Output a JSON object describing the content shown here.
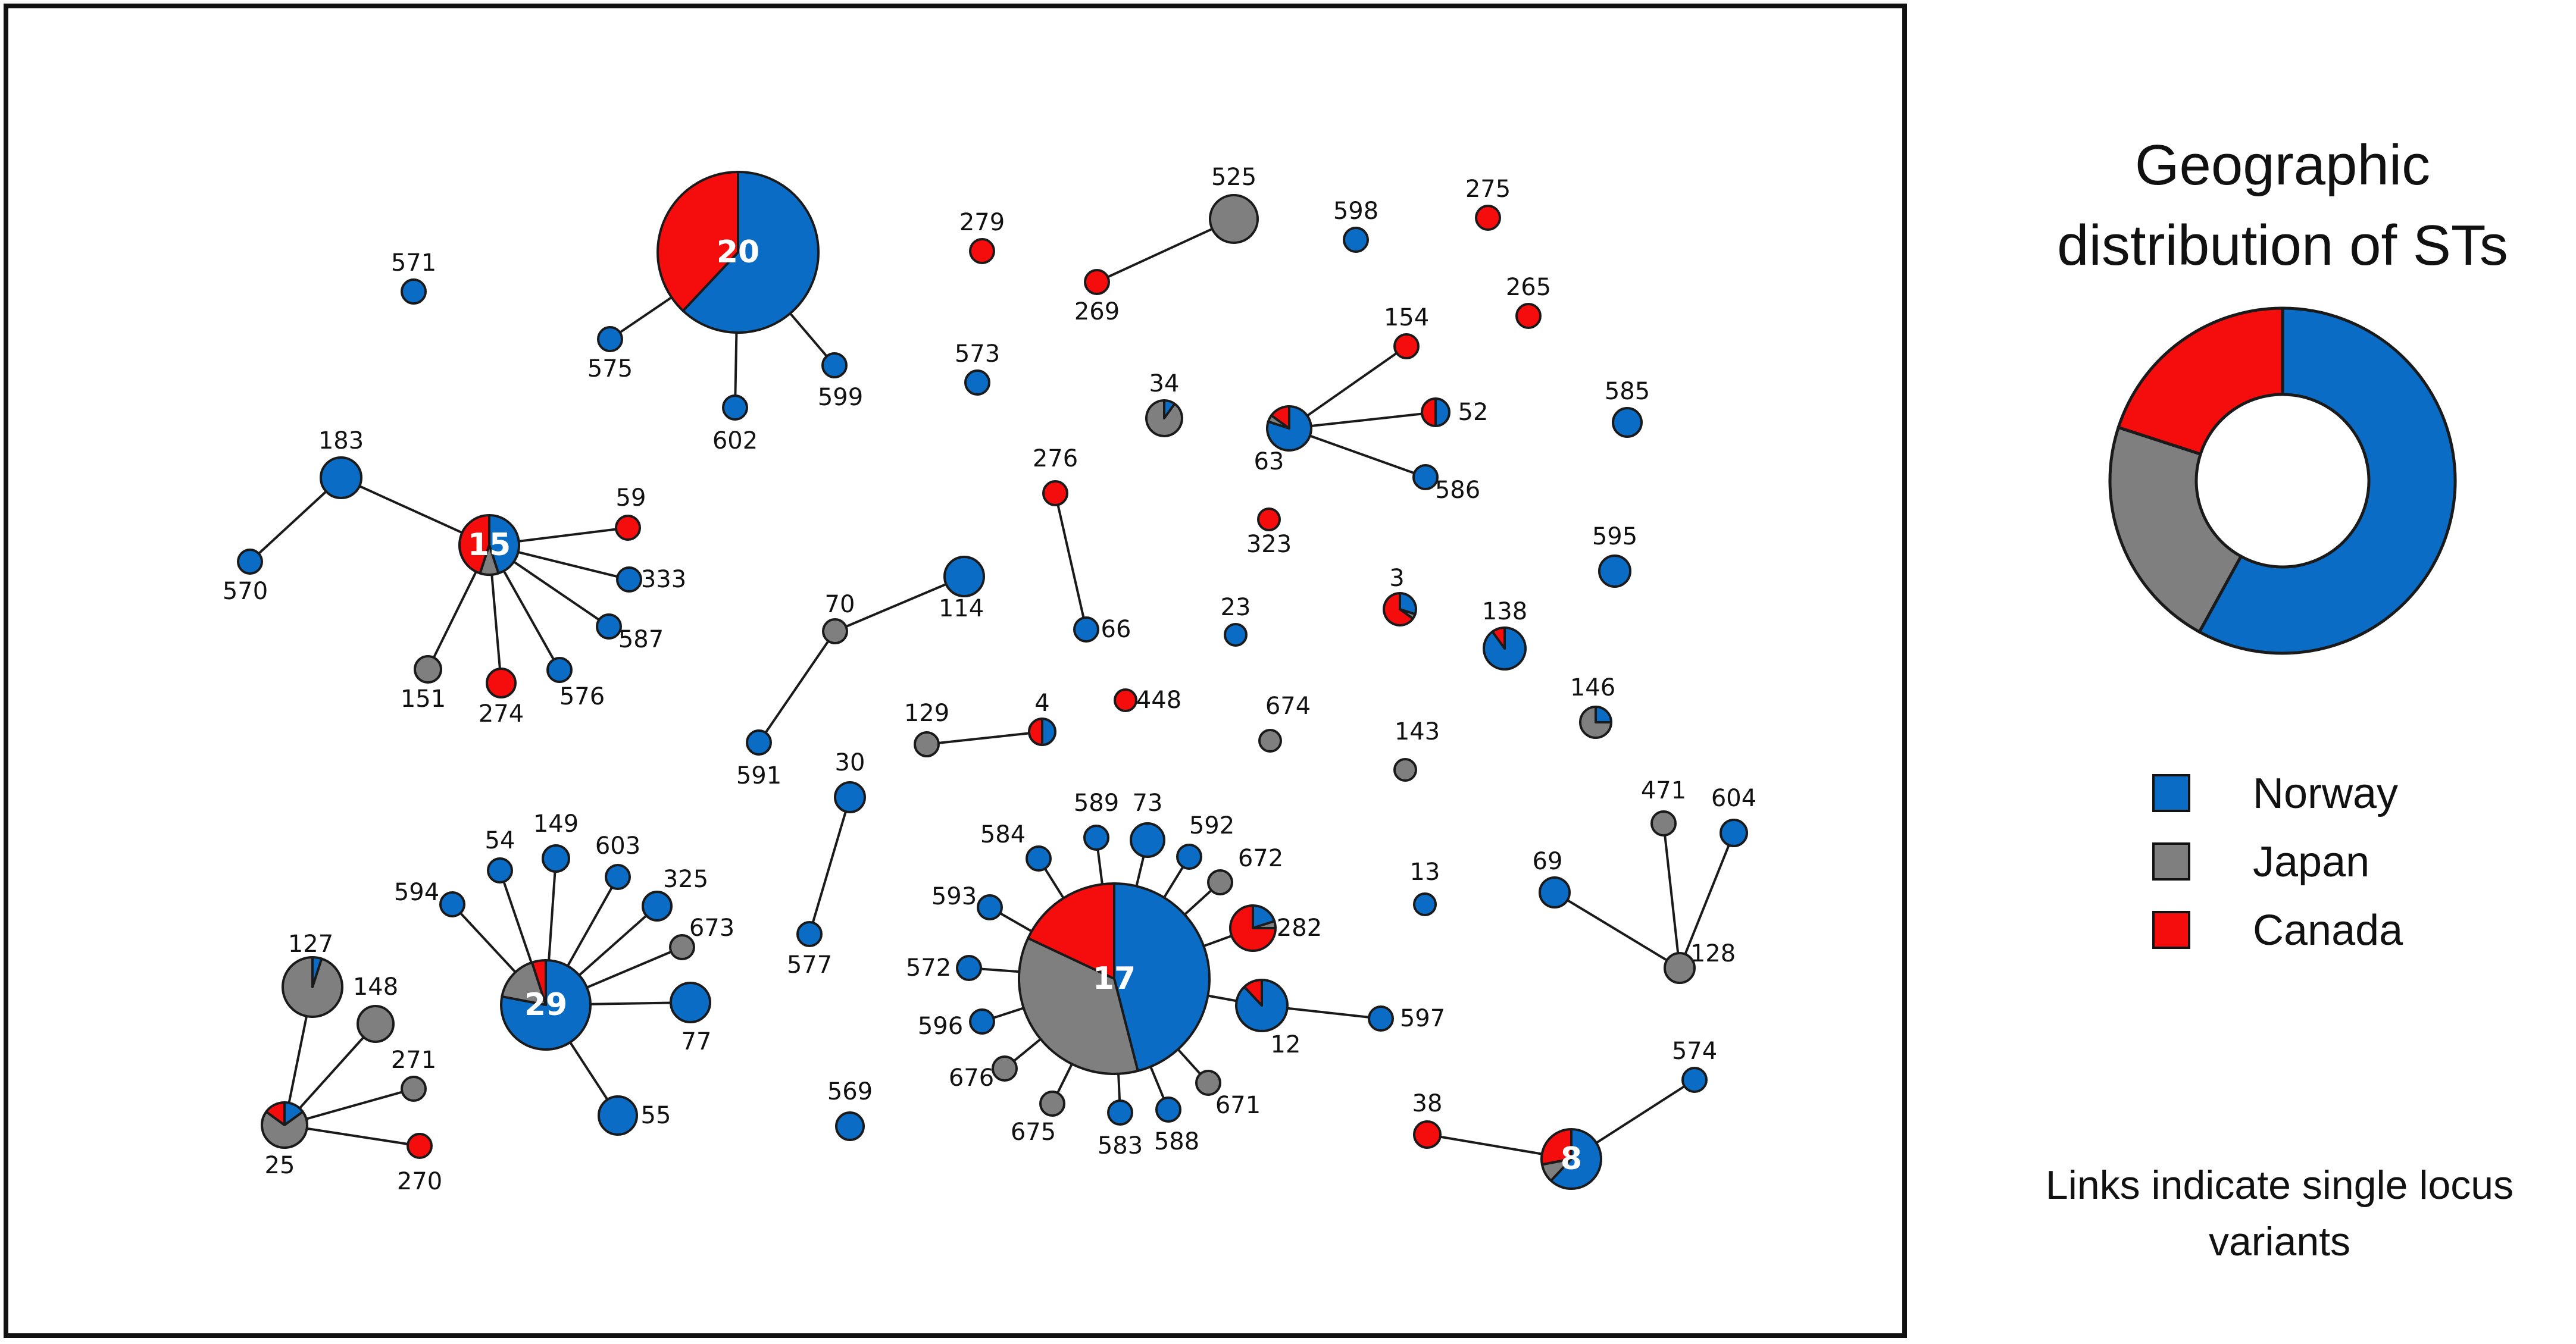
{
  "colors": {
    "norway": "#0a6cc4",
    "japan": "#7f7f7f",
    "canada": "#f50d0d",
    "frame": "#111111"
  },
  "legend": {
    "title_line1": "Geographic",
    "title_line2": "distribution of STs",
    "donut": [
      {
        "country": "Norway",
        "fraction": 0.58
      },
      {
        "country": "Japan",
        "fraction": 0.22
      },
      {
        "country": "Canada",
        "fraction": 0.2
      }
    ],
    "items": [
      {
        "label": "Norway",
        "key": "norway"
      },
      {
        "label": "Japan",
        "key": "japan"
      },
      {
        "label": "Canada",
        "key": "canada"
      }
    ],
    "note_line1": "Links indicate single locus",
    "note_line2": "variants"
  },
  "network": {
    "nodes": [
      {
        "st": "20",
        "comp": {
          "norway": 0.62,
          "japan": 0,
          "canada": 0.38
        }
      },
      {
        "st": "571",
        "comp": {
          "norway": 1,
          "japan": 0,
          "canada": 0
        }
      },
      {
        "st": "575",
        "comp": {
          "norway": 1,
          "japan": 0,
          "canada": 0
        }
      },
      {
        "st": "602",
        "comp": {
          "norway": 1,
          "japan": 0,
          "canada": 0
        }
      },
      {
        "st": "599",
        "comp": {
          "norway": 1,
          "japan": 0,
          "canada": 0
        }
      },
      {
        "st": "279",
        "comp": {
          "norway": 0,
          "japan": 0,
          "canada": 1
        }
      },
      {
        "st": "573",
        "comp": {
          "norway": 1,
          "japan": 0,
          "canada": 0
        }
      },
      {
        "st": "525",
        "comp": {
          "norway": 0,
          "japan": 1,
          "canada": 0
        }
      },
      {
        "st": "269",
        "comp": {
          "norway": 0,
          "japan": 0,
          "canada": 1
        }
      },
      {
        "st": "598",
        "comp": {
          "norway": 1,
          "japan": 0,
          "canada": 0
        }
      },
      {
        "st": "275",
        "comp": {
          "norway": 0,
          "japan": 0,
          "canada": 1
        }
      },
      {
        "st": "265",
        "comp": {
          "norway": 0,
          "japan": 0,
          "canada": 1
        }
      },
      {
        "st": "34",
        "comp": {
          "norway": 0.1,
          "japan": 0.9,
          "canada": 0
        }
      },
      {
        "st": "154",
        "comp": {
          "norway": 0,
          "japan": 0,
          "canada": 1
        }
      },
      {
        "st": "63",
        "comp": {
          "norway": 0.8,
          "japan": 0.05,
          "canada": 0.15
        }
      },
      {
        "st": "52",
        "comp": {
          "norway": 0.5,
          "japan": 0,
          "canada": 0.5
        }
      },
      {
        "st": "586",
        "comp": {
          "norway": 1,
          "japan": 0,
          "canada": 0
        }
      },
      {
        "st": "585",
        "comp": {
          "norway": 1,
          "japan": 0,
          "canada": 0
        }
      },
      {
        "st": "323",
        "comp": {
          "norway": 0,
          "japan": 0,
          "canada": 1
        }
      },
      {
        "st": "183",
        "comp": {
          "norway": 1,
          "japan": 0,
          "canada": 0
        }
      },
      {
        "st": "570",
        "comp": {
          "norway": 1,
          "japan": 0,
          "canada": 0
        }
      },
      {
        "st": "15",
        "comp": {
          "norway": 0.45,
          "japan": 0.1,
          "canada": 0.45
        }
      },
      {
        "st": "59",
        "comp": {
          "norway": 0,
          "japan": 0,
          "canada": 1
        }
      },
      {
        "st": "333",
        "comp": {
          "norway": 1,
          "japan": 0,
          "canada": 0
        }
      },
      {
        "st": "587",
        "comp": {
          "norway": 1,
          "japan": 0,
          "canada": 0
        }
      },
      {
        "st": "576",
        "comp": {
          "norway": 1,
          "japan": 0,
          "canada": 0
        }
      },
      {
        "st": "274",
        "comp": {
          "norway": 0,
          "japan": 0,
          "canada": 1
        }
      },
      {
        "st": "151",
        "comp": {
          "norway": 0,
          "japan": 1,
          "canada": 0
        }
      },
      {
        "st": "276",
        "comp": {
          "norway": 0,
          "japan": 0,
          "canada": 1
        }
      },
      {
        "st": "66",
        "comp": {
          "norway": 1,
          "japan": 0,
          "canada": 0
        }
      },
      {
        "st": "114",
        "comp": {
          "norway": 1,
          "japan": 0,
          "canada": 0
        }
      },
      {
        "st": "70",
        "comp": {
          "norway": 0,
          "japan": 1,
          "canada": 0
        }
      },
      {
        "st": "591",
        "comp": {
          "norway": 1,
          "japan": 0,
          "canada": 0
        }
      },
      {
        "st": "23",
        "comp": {
          "norway": 1,
          "japan": 0,
          "canada": 0
        }
      },
      {
        "st": "3",
        "comp": {
          "norway": 0.3,
          "japan": 0.05,
          "canada": 0.65
        }
      },
      {
        "st": "138",
        "comp": {
          "norway": 0.9,
          "japan": 0,
          "canada": 0.1
        }
      },
      {
        "st": "595",
        "comp": {
          "norway": 1,
          "japan": 0,
          "canada": 0
        }
      },
      {
        "st": "146",
        "comp": {
          "norway": 0.25,
          "japan": 0.75,
          "canada": 0
        }
      },
      {
        "st": "129",
        "comp": {
          "norway": 0,
          "japan": 1,
          "canada": 0
        }
      },
      {
        "st": "4",
        "comp": {
          "norway": 0.5,
          "japan": 0,
          "canada": 0.5
        }
      },
      {
        "st": "448",
        "comp": {
          "norway": 0,
          "japan": 0,
          "canada": 1
        }
      },
      {
        "st": "674",
        "comp": {
          "norway": 0,
          "japan": 1,
          "canada": 0
        }
      },
      {
        "st": "143",
        "comp": {
          "norway": 0,
          "japan": 1,
          "canada": 0
        }
      },
      {
        "st": "30",
        "comp": {
          "norway": 1,
          "japan": 0,
          "canada": 0
        }
      },
      {
        "st": "577",
        "comp": {
          "norway": 1,
          "japan": 0,
          "canada": 0
        }
      },
      {
        "st": "17",
        "comp": {
          "norway": 0.46,
          "japan": 0.36,
          "canada": 0.18
        }
      },
      {
        "st": "584",
        "comp": {
          "norway": 1,
          "japan": 0,
          "canada": 0
        }
      },
      {
        "st": "589",
        "comp": {
          "norway": 1,
          "japan": 0,
          "canada": 0
        }
      },
      {
        "st": "73",
        "comp": {
          "norway": 1,
          "japan": 0,
          "canada": 0
        }
      },
      {
        "st": "592",
        "comp": {
          "norway": 1,
          "japan": 0,
          "canada": 0
        }
      },
      {
        "st": "672",
        "comp": {
          "norway": 0,
          "japan": 1,
          "canada": 0
        }
      },
      {
        "st": "282",
        "comp": {
          "norway": 0.2,
          "japan": 0.05,
          "canada": 0.75
        }
      },
      {
        "st": "12",
        "comp": {
          "norway": 0.88,
          "japan": 0,
          "canada": 0.12
        }
      },
      {
        "st": "597",
        "comp": {
          "norway": 1,
          "japan": 0,
          "canada": 0
        }
      },
      {
        "st": "593",
        "comp": {
          "norway": 1,
          "japan": 0,
          "canada": 0
        }
      },
      {
        "st": "572",
        "comp": {
          "norway": 1,
          "japan": 0,
          "canada": 0
        }
      },
      {
        "st": "596",
        "comp": {
          "norway": 1,
          "japan": 0,
          "canada": 0
        }
      },
      {
        "st": "676",
        "comp": {
          "norway": 0,
          "japan": 1,
          "canada": 0
        }
      },
      {
        "st": "675",
        "comp": {
          "norway": 0,
          "japan": 1,
          "canada": 0
        }
      },
      {
        "st": "583",
        "comp": {
          "norway": 1,
          "japan": 0,
          "canada": 0
        }
      },
      {
        "st": "588",
        "comp": {
          "norway": 1,
          "japan": 0,
          "canada": 0
        }
      },
      {
        "st": "671",
        "comp": {
          "norway": 0,
          "japan": 1,
          "canada": 0
        }
      },
      {
        "st": "569",
        "comp": {
          "norway": 1,
          "japan": 0,
          "canada": 0
        }
      },
      {
        "st": "13",
        "comp": {
          "norway": 1,
          "japan": 0,
          "canada": 0
        }
      },
      {
        "st": "471",
        "comp": {
          "norway": 0,
          "japan": 1,
          "canada": 0
        }
      },
      {
        "st": "604",
        "comp": {
          "norway": 1,
          "japan": 0,
          "canada": 0
        }
      },
      {
        "st": "69",
        "comp": {
          "norway": 1,
          "japan": 0,
          "canada": 0
        }
      },
      {
        "st": "128",
        "comp": {
          "norway": 0,
          "japan": 1,
          "canada": 0
        }
      },
      {
        "st": "574",
        "comp": {
          "norway": 1,
          "japan": 0,
          "canada": 0
        }
      },
      {
        "st": "38",
        "comp": {
          "norway": 0,
          "japan": 0,
          "canada": 1
        }
      },
      {
        "st": "8",
        "comp": {
          "norway": 0.62,
          "japan": 0.1,
          "canada": 0.28
        }
      },
      {
        "st": "29",
        "comp": {
          "norway": 0.78,
          "japan": 0.17,
          "canada": 0.05
        }
      },
      {
        "st": "594",
        "comp": {
          "norway": 1,
          "japan": 0,
          "canada": 0
        }
      },
      {
        "st": "54",
        "comp": {
          "norway": 1,
          "japan": 0,
          "canada": 0
        }
      },
      {
        "st": "149",
        "comp": {
          "norway": 1,
          "japan": 0,
          "canada": 0
        }
      },
      {
        "st": "603",
        "comp": {
          "norway": 1,
          "japan": 0,
          "canada": 0
        }
      },
      {
        "st": "325",
        "comp": {
          "norway": 1,
          "japan": 0,
          "canada": 0
        }
      },
      {
        "st": "673",
        "comp": {
          "norway": 0,
          "japan": 1,
          "canada": 0
        }
      },
      {
        "st": "77",
        "comp": {
          "norway": 1,
          "japan": 0,
          "canada": 0
        }
      },
      {
        "st": "55",
        "comp": {
          "norway": 1,
          "japan": 0,
          "canada": 0
        }
      },
      {
        "st": "127",
        "comp": {
          "norway": 0.05,
          "japan": 0.95,
          "canada": 0
        }
      },
      {
        "st": "148",
        "comp": {
          "norway": 0,
          "japan": 1,
          "canada": 0
        }
      },
      {
        "st": "271",
        "comp": {
          "norway": 0,
          "japan": 1,
          "canada": 0
        }
      },
      {
        "st": "25",
        "comp": {
          "norway": 0.15,
          "japan": 0.7,
          "canada": 0.15
        }
      },
      {
        "st": "270",
        "comp": {
          "norway": 0,
          "japan": 0,
          "canada": 1
        }
      }
    ],
    "edges": [
      [
        "20",
        "575"
      ],
      [
        "20",
        "602"
      ],
      [
        "20",
        "599"
      ],
      [
        "269",
        "525"
      ],
      [
        "63",
        "154"
      ],
      [
        "63",
        "52"
      ],
      [
        "63",
        "586"
      ],
      [
        "183",
        "15"
      ],
      [
        "183",
        "570"
      ],
      [
        "15",
        "59"
      ],
      [
        "15",
        "333"
      ],
      [
        "15",
        "587"
      ],
      [
        "15",
        "576"
      ],
      [
        "15",
        "274"
      ],
      [
        "15",
        "151"
      ],
      [
        "276",
        "66"
      ],
      [
        "70",
        "114"
      ],
      [
        "70",
        "591"
      ],
      [
        "129",
        "4"
      ],
      [
        "30",
        "577"
      ],
      [
        "17",
        "584"
      ],
      [
        "17",
        "589"
      ],
      [
        "17",
        "73"
      ],
      [
        "17",
        "592"
      ],
      [
        "17",
        "672"
      ],
      [
        "17",
        "282"
      ],
      [
        "17",
        "12"
      ],
      [
        "17",
        "593"
      ],
      [
        "17",
        "572"
      ],
      [
        "17",
        "596"
      ],
      [
        "17",
        "676"
      ],
      [
        "17",
        "675"
      ],
      [
        "17",
        "583"
      ],
      [
        "17",
        "588"
      ],
      [
        "17",
        "671"
      ],
      [
        "12",
        "597"
      ],
      [
        "128",
        "471"
      ],
      [
        "128",
        "604"
      ],
      [
        "128",
        "69"
      ],
      [
        "38",
        "8"
      ],
      [
        "8",
        "574"
      ],
      [
        "29",
        "594"
      ],
      [
        "29",
        "54"
      ],
      [
        "29",
        "149"
      ],
      [
        "29",
        "603"
      ],
      [
        "29",
        "325"
      ],
      [
        "29",
        "673"
      ],
      [
        "29",
        "77"
      ],
      [
        "29",
        "55"
      ],
      [
        "127",
        "25"
      ],
      [
        "25",
        "148"
      ],
      [
        "25",
        "271"
      ],
      [
        "25",
        "270"
      ]
    ]
  }
}
